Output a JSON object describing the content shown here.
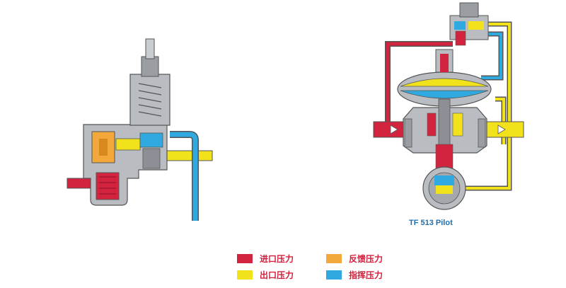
{
  "header": {
    "caption": ""
  },
  "diagrams": {
    "right_caption": "TF 513 Pilot"
  },
  "legend": {
    "items": [
      {
        "label": "进口压力",
        "color": "#d2243f"
      },
      {
        "label": "出口压力",
        "color": "#f2e21c"
      },
      {
        "label": "反馈压力",
        "color": "#f2a83a"
      },
      {
        "label": "指挥压力",
        "color": "#2fa9e0"
      }
    ]
  },
  "colors": {
    "inlet": "#d2243f",
    "outlet": "#f2e21c",
    "feedback": "#f2a83a",
    "pilot": "#2fa9e0",
    "body_gray": "#b9bcc0",
    "dark_gray": "#6b6f74",
    "caption_blue": "#1e6fae"
  }
}
